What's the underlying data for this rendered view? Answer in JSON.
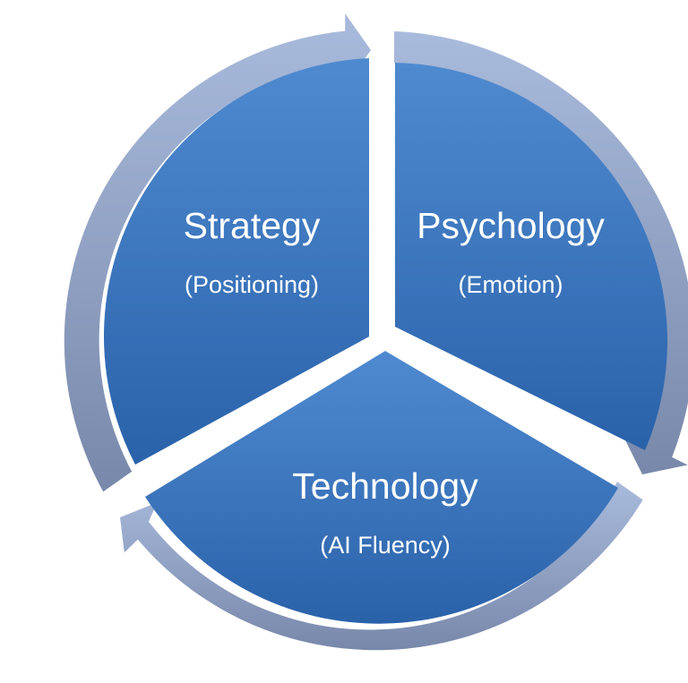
{
  "colors": {
    "segment_light": "#4f8ad0",
    "segment_dark": "#2a62aa",
    "ring_light": "#a9bbdc",
    "ring_dark": "#7888aa",
    "separator": "#ffffff",
    "text": "#ffffff"
  },
  "segments": [
    {
      "title": "Strategy",
      "subtitle": "(Positioning)"
    },
    {
      "title": "Psychology",
      "subtitle": "(Emotion)"
    },
    {
      "title": "Technology",
      "subtitle": "(AI Fluency)"
    }
  ]
}
